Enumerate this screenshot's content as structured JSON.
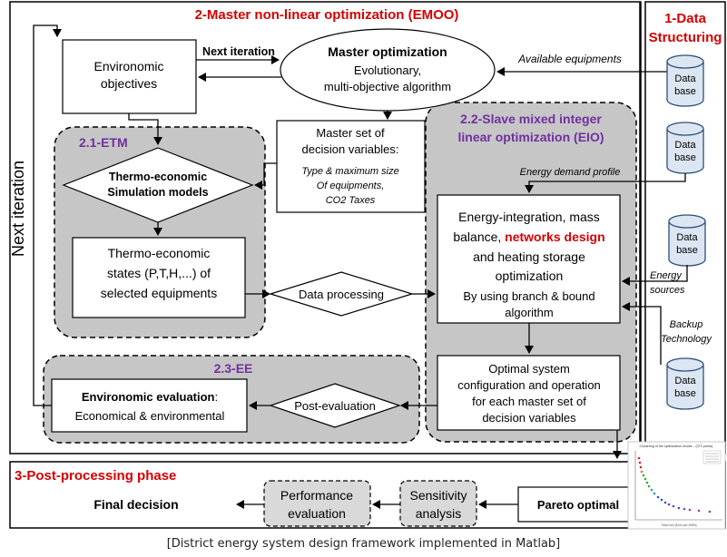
{
  "sections": {
    "master": "2-Master non-linear optimization (EMOO)",
    "data": [
      "1-Data",
      "Structuring"
    ],
    "etm": "2.1-ETM",
    "eio": [
      "2.2-Slave mixed integer",
      "linear optimization (EIO)"
    ],
    "ee": "2.3-EE",
    "post": "3-Post-processing phase"
  },
  "boxes": {
    "env_obj": [
      "Environomic",
      "objectives"
    ],
    "next_iter_top": "Next iteration",
    "master_opt": [
      "Master optimization",
      "Evolutionary,",
      "multi-objective algorithm"
    ],
    "available": "Available equipments",
    "master_set": [
      "Master set of",
      "decision variables:"
    ],
    "master_set_detail": [
      "Type &  maximum size",
      "Of equipments,",
      "CO2 Taxes"
    ],
    "thermo_sim": [
      "Thermo-economic",
      "Simulation models"
    ],
    "thermo_states": [
      "Thermo-economic",
      "states (P,T,H,...) of",
      "selected equipments"
    ],
    "data_processing": "Data processing",
    "energy_demand": "Energy demand profile",
    "ei_line1": "Energy-integration, mass",
    "ei_line2_pre": "balance, ",
    "ei_line2_red": "networks design",
    "ei_line3": "and heating storage",
    "ei_line4": "optimization",
    "ei_line5": "By using branch & bound",
    "ei_line6": "algorithm",
    "energy_sources": [
      "Energy",
      "sources"
    ],
    "backup": [
      "Backup",
      "Technology"
    ],
    "optimal": [
      "Optimal system",
      "configuration and operation",
      "for each master set of",
      "decision variables"
    ],
    "env_eval_bold": "Environomic evaluation",
    "env_eval_rest": ":",
    "env_eval_line2": "Economical & environmental",
    "post_eval": "Post-evaluation",
    "next_iter_side": "Next iteration",
    "final": "Final decision",
    "performance": [
      "Performance",
      "evaluation"
    ],
    "sensitivity": [
      "Sensitivity",
      "analysis"
    ],
    "pareto": "Pareto optimal",
    "database": [
      "Data",
      "base"
    ]
  },
  "thumbnail": {
    "title": "Clustering of the optimization results – (372 points)",
    "xlabel": "Total cost [Euro per MWh]"
  },
  "caption": "[District energy system design framework implemented in Matlab]",
  "colors": {
    "section_red": "#d40000",
    "section_purple": "#7030a0",
    "panel_gray": "#c6c6c6",
    "db_fill": "#dce6f2",
    "db_stroke": "#2e4f7a"
  }
}
